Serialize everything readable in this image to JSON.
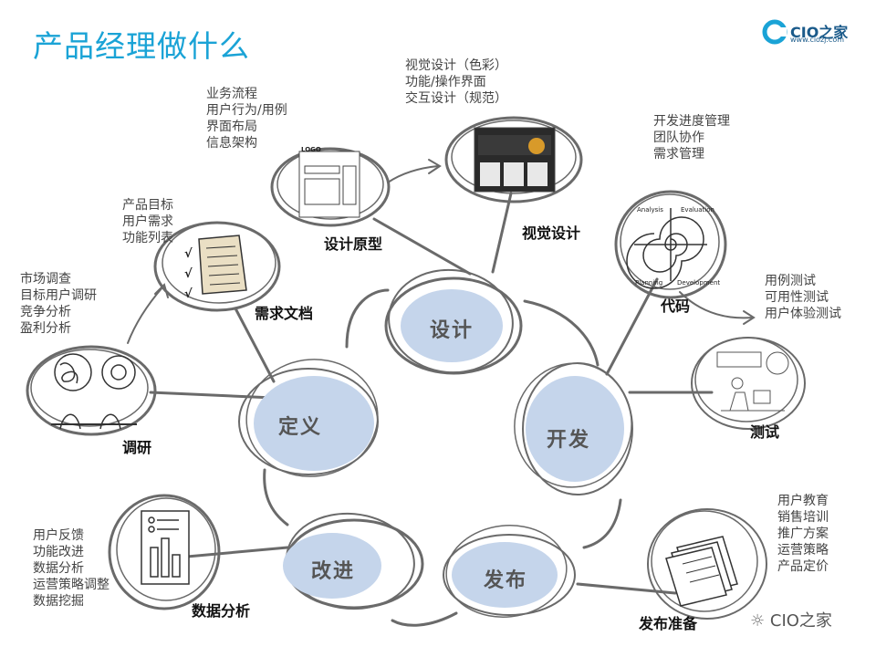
{
  "title": "产品经理做什么",
  "brand": {
    "name": "CIO之家",
    "url": "www.ciozj.com",
    "color": "#1aa3d6"
  },
  "footer": {
    "wechat_brand": "CIO之家"
  },
  "stages": {
    "define": "定义",
    "design": "设计",
    "develop": "开发",
    "release": "发布",
    "improve": "改进"
  },
  "nodes": {
    "research": {
      "caption": "调研",
      "notes": [
        "市场调查",
        "目标用户调研",
        "竞争分析",
        "盈利分析"
      ]
    },
    "requirements_doc": {
      "caption": "需求文档",
      "notes": [
        "产品目标",
        "用户需求",
        "功能列表"
      ]
    },
    "prototype": {
      "caption": "设计原型",
      "notes": [
        "业务流程",
        "用户行为/用例",
        "界面布局",
        "信息架构"
      ]
    },
    "visual_design": {
      "caption": "视觉设计",
      "notes": [
        "视觉设计（色彩）",
        "功能/操作界面",
        "交互设计（规范）"
      ]
    },
    "code": {
      "caption": "代码",
      "notes": [
        "开发进度管理",
        "团队协作",
        "需求管理"
      ],
      "diagram_labels": [
        "Analysis",
        "Evaluation",
        "Planning",
        "Development"
      ]
    },
    "testing": {
      "caption": "测试",
      "notes": [
        "用例测试",
        "可用性测试",
        "用户体验测试"
      ]
    },
    "release_prep": {
      "caption": "发布准备",
      "notes": [
        "用户教育",
        "销售培训",
        "推广方案",
        "运营策略",
        "产品定价"
      ]
    },
    "data_analysis": {
      "caption": "数据分析",
      "notes": [
        "用户反馈",
        "功能改进",
        "数据分析",
        "运营策略调整",
        "数据挖掘"
      ]
    }
  },
  "colors": {
    "title": "#1aa3d6",
    "stage_fill": "#c5d5eb",
    "sketch_line": "#555555"
  }
}
